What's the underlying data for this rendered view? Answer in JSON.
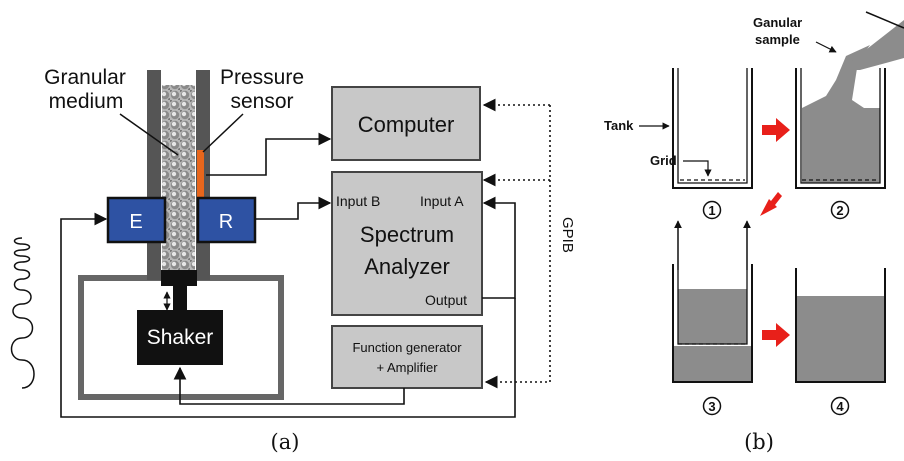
{
  "panel_a": {
    "caption": "(a)",
    "label_granular_medium_1": "Granular",
    "label_granular_medium_2": "medium",
    "label_pressure_sensor_1": "Pressure",
    "label_pressure_sensor_2": "sensor",
    "computer": "Computer",
    "emitter": "E",
    "receiver": "R",
    "shaker": "Shaker",
    "analyzer_input_b": "Input B",
    "analyzer_input_a": "Input A",
    "analyzer_title_1": "Spectrum",
    "analyzer_title_2": "Analyzer",
    "analyzer_output": "Output",
    "function_generator_1": "Function generator",
    "function_generator_2": "+ Amplifier",
    "gpib": "GPIB"
  },
  "panel_b": {
    "caption": "(b)",
    "label_sample_1": "Ganular",
    "label_sample_2": "sample",
    "label_tank": "Tank",
    "label_grid": "Grid",
    "steps": [
      "1",
      "2",
      "3",
      "4"
    ]
  },
  "colors": {
    "tube": "#555555",
    "box_fill": "#c8c8c8",
    "emitter_fill": "#2e52a3",
    "sensor": "#e8661c",
    "shaker_fill": "#111111",
    "frame": "#666666",
    "sample_fill": "#8c8c8c",
    "red_arrow": "#e8201a"
  }
}
